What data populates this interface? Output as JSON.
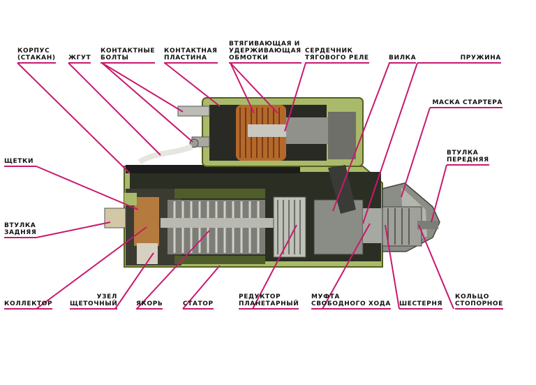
{
  "colors": {
    "leader": "#C8196E",
    "casing": "#B9C97E",
    "metal": "#7a7a7a",
    "copper": "#b4692c"
  },
  "labels": {
    "korpus": [
      "КОРПУС",
      "(СТАКАН)"
    ],
    "zhgut": "ЖГУТ",
    "kontaktnye_bolty": [
      "КОНТАКТНЫЕ",
      "БОЛТЫ"
    ],
    "kontaktnaya_plastina": [
      "КОНТАКТНАЯ",
      "ПЛАСТИНА"
    ],
    "obmotki": [
      "ВТЯГИВАЮЩАЯ И",
      "УДЕРЖИВАЮЩАЯ",
      "ОБМОТКИ"
    ],
    "serdechnik": [
      "СЕРДЕЧНИК",
      "ТЯГОВОГО РЕЛЕ"
    ],
    "vilka": "ВИЛКА",
    "pruzhina": "ПРУЖИНА",
    "maska": "МАСКА СТАРТЕРА",
    "vtulka_perednyaya": [
      "ВТУЛКА",
      "ПЕРЕДНЯЯ"
    ],
    "shchetki": "ЩЕТКИ",
    "vtulka_zadnyaya": [
      "ВТУЛКА",
      "ЗАДНЯЯ"
    ],
    "kollektor": "КОЛЛЕКТОР",
    "uzel": [
      "УЗЕЛ",
      "ЩЕТОЧНЫЙ"
    ],
    "yakor": "ЯКОРЬ",
    "stator": "СТАТОР",
    "reduktor": [
      "РЕДУКТОР",
      "ПЛАНЕТАРНЫЙ"
    ],
    "mufta": [
      "МУФТА",
      "СВОБОДНОГО ХОДА"
    ],
    "shesternya": "ШЕСТЕРНЯ",
    "koltso": [
      "КОЛЬЦО",
      "СТОПОРНОЕ"
    ]
  }
}
